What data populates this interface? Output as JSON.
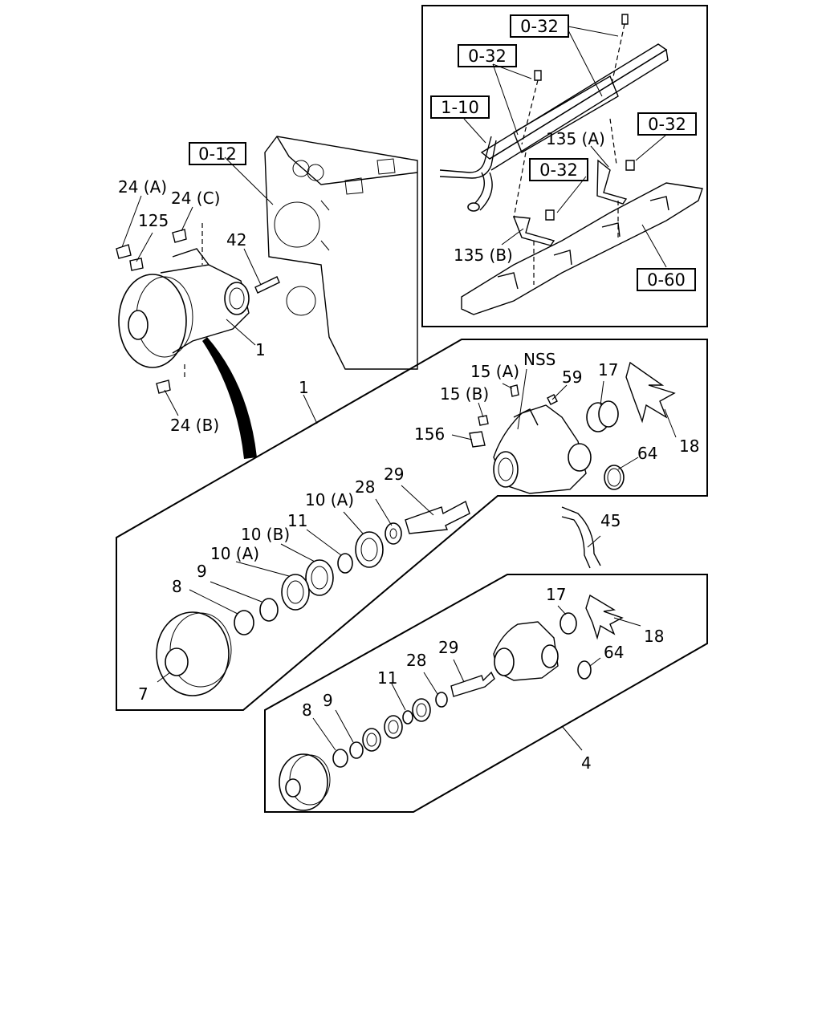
{
  "diagram": {
    "refs": {
      "r_0_12": "0-12",
      "r_0_32_a": "0-32",
      "r_0_32_b": "0-32",
      "r_0_32_c": "0-32",
      "r_0_32_d": "0-32",
      "r_1_10": "1-10",
      "r_0_60": "0-60"
    },
    "labels": {
      "l_24a": "24 (A)",
      "l_24c": "24 (C)",
      "l_125": "125",
      "l_42": "42",
      "l_1_small": "1",
      "l_24b": "24 (B)",
      "l_135a": "135 (A)",
      "l_135b": "135 (B)",
      "l_1_main": "1",
      "l_15a": "15 (A)",
      "l_nss": "NSS",
      "l_59": "59",
      "l_17_top": "17",
      "l_15b": "15 (B)",
      "l_156": "156",
      "l_18_top": "18",
      "l_64_top": "64",
      "l_29_top": "29",
      "l_28_top": "28",
      "l_10a_top": "10 (A)",
      "l_11_top": "11",
      "l_10b": "10 (B)",
      "l_10a_low": "10 (A)",
      "l_9_top": "9",
      "l_8_top": "8",
      "l_45": "45",
      "l_7": "7",
      "l_17_low": "17",
      "l_18_low": "18",
      "l_64_low": "64",
      "l_29_low": "29",
      "l_28_low": "28",
      "l_11_low": "11",
      "l_8_low": "8",
      "l_9_low": "9",
      "l_4": "4"
    }
  }
}
